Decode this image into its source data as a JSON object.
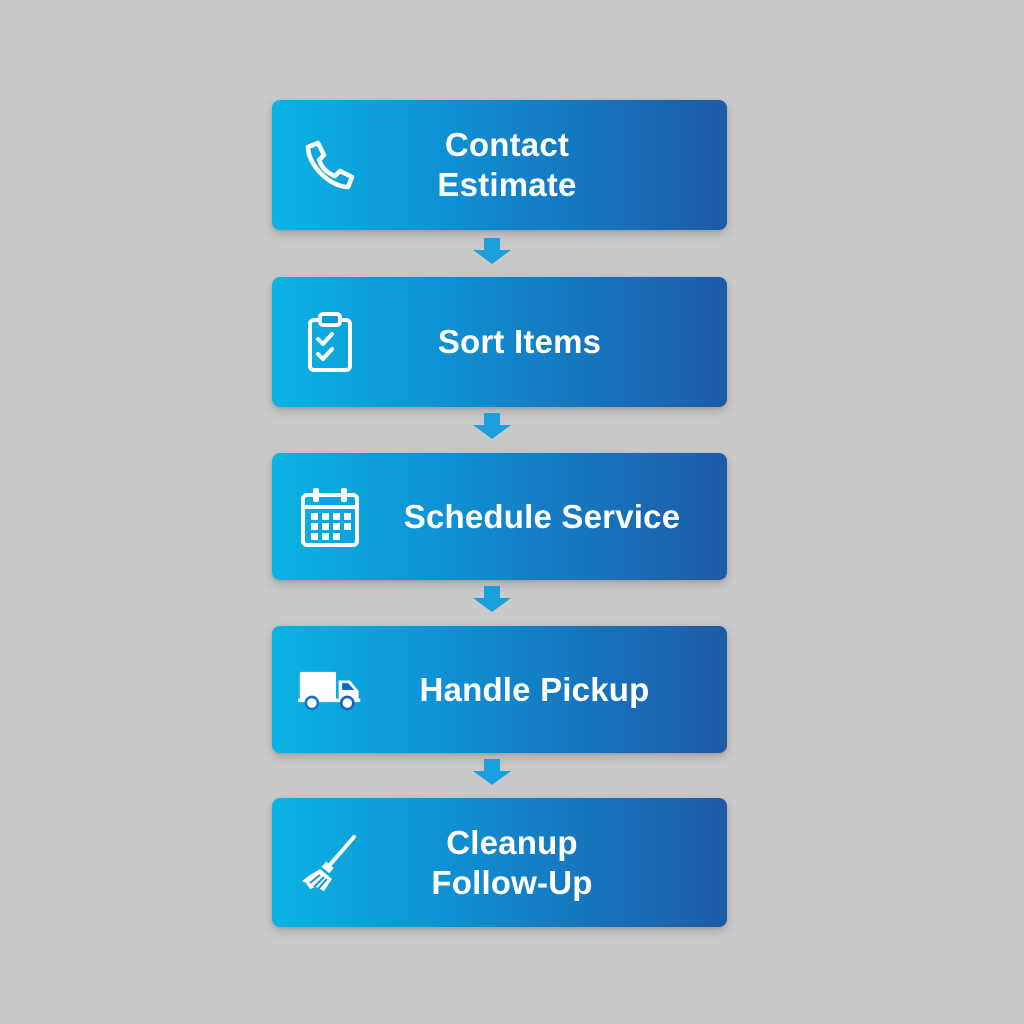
{
  "steps": [
    {
      "lines": [
        "Contact",
        "Estimate"
      ],
      "icon": "phone-icon"
    },
    {
      "lines": [
        "Sort Items"
      ],
      "icon": "clipboard-check-icon"
    },
    {
      "lines": [
        "Schedule Service"
      ],
      "icon": "calendar-icon"
    },
    {
      "lines": [
        "Handle Pickup"
      ],
      "icon": "truck-icon"
    },
    {
      "lines": [
        "Cleanup",
        "Follow-Up"
      ],
      "icon": "broom-icon"
    }
  ],
  "colors": {
    "background": "#c9c9ca",
    "box_gradient_start": "#0ab3e4",
    "box_gradient_end": "#1e5aa6",
    "arrow": "#1aa0df",
    "text": "#ffffff"
  }
}
